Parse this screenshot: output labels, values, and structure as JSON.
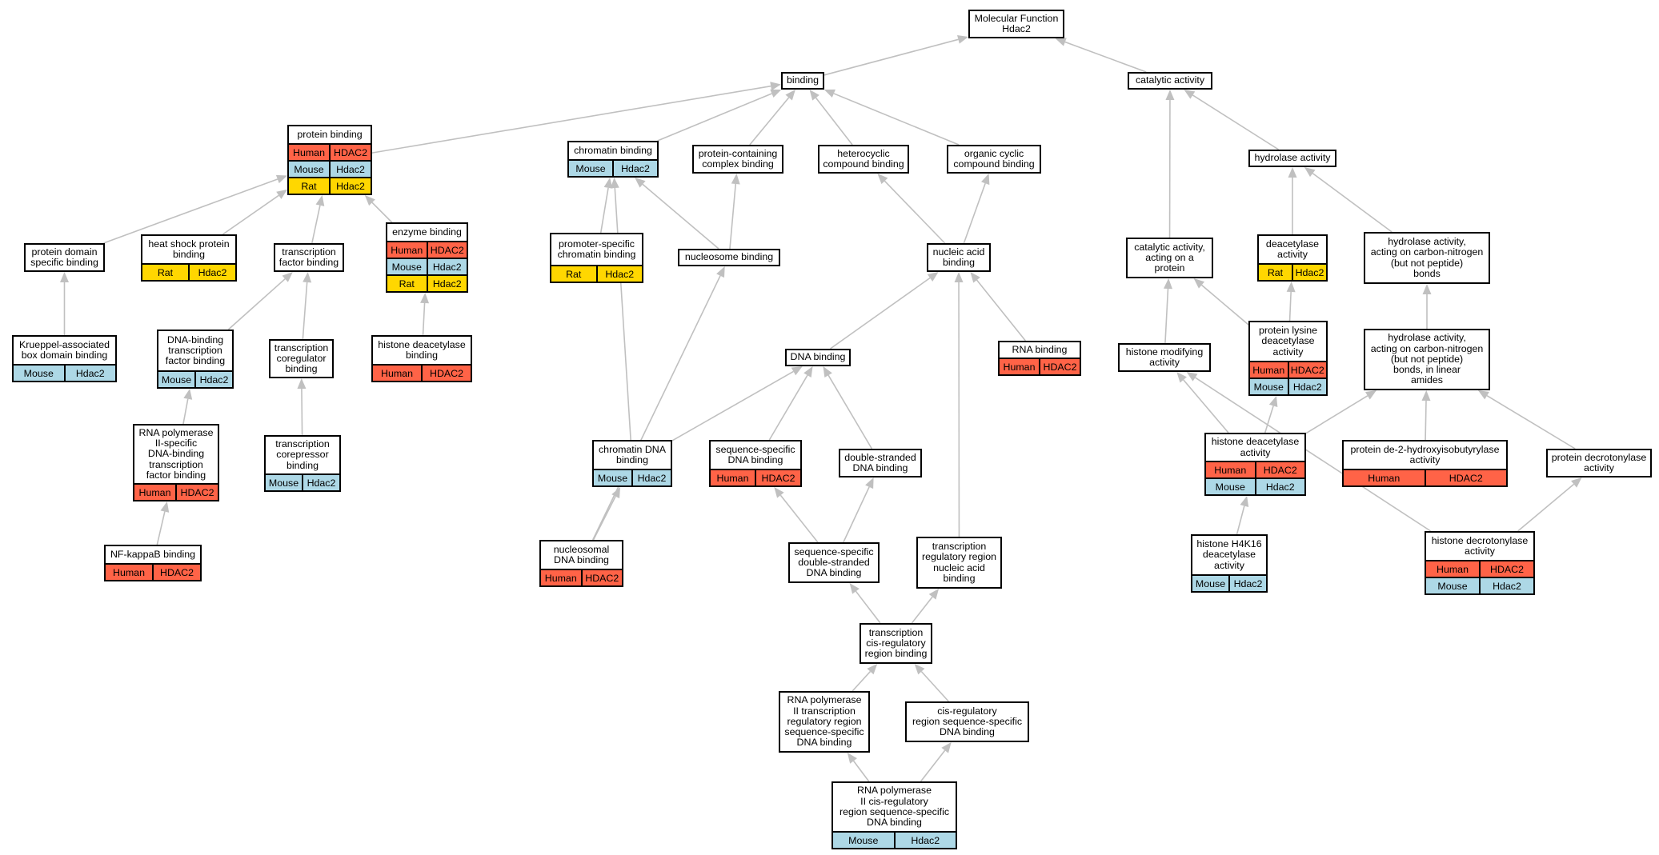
{
  "colors": {
    "human": "#ff6347",
    "mouse": "#add8e6",
    "rat": "#ffd700",
    "edge": "#c0c0c0",
    "border": "#000000"
  },
  "nodes": {
    "n_mf": {
      "title": "Molecular Function\nHdac2",
      "rows": []
    },
    "n_binding": {
      "title": "binding",
      "rows": []
    },
    "n_catalytic": {
      "title": "catalytic activity",
      "rows": []
    },
    "n_protein_binding": {
      "title": "protein binding",
      "rows": [
        [
          "Human",
          "HDAC2"
        ],
        [
          "Mouse",
          "Hdac2"
        ],
        [
          "Rat",
          "Hdac2"
        ]
      ]
    },
    "n_chromatin_binding": {
      "title": "chromatin binding",
      "rows": [
        [
          "Mouse",
          "Hdac2"
        ]
      ]
    },
    "n_protein_complex": {
      "title": "protein-containing\ncomplex binding",
      "rows": []
    },
    "n_heterocyclic": {
      "title": "heterocyclic\ncompound binding",
      "rows": []
    },
    "n_organic_cyclic": {
      "title": "organic cyclic\ncompound binding",
      "rows": []
    },
    "n_hydrolase": {
      "title": "hydrolase activity",
      "rows": []
    },
    "n_protein_domain": {
      "title": "protein domain\nspecific binding",
      "rows": []
    },
    "n_heat_shock": {
      "title": "heat shock protein\nbinding",
      "rows": [
        [
          "Rat",
          "Hdac2"
        ]
      ]
    },
    "n_tf_binding": {
      "title": "transcription\nfactor binding",
      "rows": []
    },
    "n_enzyme_binding": {
      "title": "enzyme binding",
      "rows": [
        [
          "Human",
          "HDAC2"
        ],
        [
          "Mouse",
          "Hdac2"
        ],
        [
          "Rat",
          "Hdac2"
        ]
      ]
    },
    "n_promoter_chromatin": {
      "title": "promoter-specific\nchromatin binding",
      "rows": [
        [
          "Rat",
          "Hdac2"
        ]
      ]
    },
    "n_nucleosome": {
      "title": "nucleosome binding",
      "rows": []
    },
    "n_nucleic_acid": {
      "title": "nucleic acid\nbinding",
      "rows": []
    },
    "n_cat_protein": {
      "title": "catalytic activity,\nacting on a\nprotein",
      "rows": []
    },
    "n_deacetylase": {
      "title": "deacetylase\nactivity",
      "rows": [
        [
          "Rat",
          "Hdac2"
        ]
      ]
    },
    "n_hydrolase_cn": {
      "title": "hydrolase activity,\nacting on carbon-nitrogen\n(but not peptide)\nbonds",
      "rows": []
    },
    "n_krueppel": {
      "title": "Krueppel-associated\nbox domain binding",
      "rows": [
        [
          "Mouse",
          "Hdac2"
        ]
      ]
    },
    "n_dna_tf": {
      "title": "DNA-binding\ntranscription\nfactor binding",
      "rows": [
        [
          "Mouse",
          "Hdac2"
        ]
      ]
    },
    "n_coregulator": {
      "title": "transcription\ncoregulator\nbinding",
      "rows": []
    },
    "n_histone_deac_binding": {
      "title": "histone deacetylase\nbinding",
      "rows": [
        [
          "Human",
          "HDAC2"
        ]
      ]
    },
    "n_dna_binding": {
      "title": "DNA binding",
      "rows": []
    },
    "n_rna_binding": {
      "title": "RNA binding",
      "rows": [
        [
          "Human",
          "HDAC2"
        ]
      ]
    },
    "n_histone_mod": {
      "title": "histone modifying\nactivity",
      "rows": []
    },
    "n_protein_lysine": {
      "title": "protein lysine\ndeacetylase\nactivity",
      "rows": [
        [
          "Human",
          "HDAC2"
        ],
        [
          "Mouse",
          "Hdac2"
        ]
      ]
    },
    "n_hydrolase_cn_linear": {
      "title": "hydrolase activity,\nacting on carbon-nitrogen\n(but not peptide)\nbonds, in linear\namides",
      "rows": []
    },
    "n_rnap2_tf": {
      "title": "RNA polymerase\nII-specific\nDNA-binding\ntranscription\nfactor binding",
      "rows": [
        [
          "Human",
          "HDAC2"
        ]
      ]
    },
    "n_corepressor": {
      "title": "transcription\ncorepressor\nbinding",
      "rows": [
        [
          "Mouse",
          "Hdac2"
        ]
      ]
    },
    "n_chromatin_dna": {
      "title": "chromatin DNA\nbinding",
      "rows": [
        [
          "Mouse",
          "Hdac2"
        ]
      ]
    },
    "n_seq_specific_dna": {
      "title": "sequence-specific\nDNA binding",
      "rows": [
        [
          "Human",
          "HDAC2"
        ]
      ]
    },
    "n_ds_dna": {
      "title": "double-stranded\nDNA binding",
      "rows": []
    },
    "n_histone_deacetylase": {
      "title": "histone deacetylase\nactivity",
      "rows": [
        [
          "Human",
          "HDAC2"
        ],
        [
          "Mouse",
          "Hdac2"
        ]
      ]
    },
    "n_hibyl": {
      "title": "protein de-2-hydroxyisobutyrylase\nactivity",
      "rows": [
        [
          "Human",
          "HDAC2"
        ]
      ]
    },
    "n_decrotonylase": {
      "title": "protein decrotonylase\nactivity",
      "rows": []
    },
    "n_nfkb": {
      "title": "NF-kappaB binding",
      "rows": [
        [
          "Human",
          "HDAC2"
        ]
      ]
    },
    "n_nucleosomal_dna": {
      "title": "nucleosomal\nDNA binding",
      "rows": [
        [
          "Human",
          "HDAC2"
        ]
      ]
    },
    "n_seq_ds_dna": {
      "title": "sequence-specific\ndouble-stranded\nDNA binding",
      "rows": []
    },
    "n_tr_region_na": {
      "title": "transcription\nregulatory region\nnucleic acid\nbinding",
      "rows": []
    },
    "n_h4k16": {
      "title": "histone H4K16\ndeacetylase\nactivity",
      "rows": [
        [
          "Mouse",
          "Hdac2"
        ]
      ]
    },
    "n_hist_decrotonylase": {
      "title": "histone decrotonylase\nactivity",
      "rows": [
        [
          "Human",
          "HDAC2"
        ],
        [
          "Mouse",
          "Hdac2"
        ]
      ]
    },
    "n_tcr_binding": {
      "title": "transcription\ncis-regulatory\nregion binding",
      "rows": []
    },
    "n_rnap2_trr": {
      "title": "RNA polymerase\nII transcription\nregulatory region\nsequence-specific\nDNA binding",
      "rows": []
    },
    "n_cis_reg_seq": {
      "title": "cis-regulatory\nregion sequence-specific\nDNA binding",
      "rows": []
    },
    "n_rnap2_cis": {
      "title": "RNA polymerase\nII cis-regulatory\nregion sequence-specific\nDNA binding",
      "rows": [
        [
          "Mouse",
          "Hdac2"
        ]
      ]
    }
  },
  "edges": [
    [
      "n_binding",
      "n_mf"
    ],
    [
      "n_catalytic",
      "n_mf"
    ],
    [
      "n_protein_binding",
      "n_binding"
    ],
    [
      "n_chromatin_binding",
      "n_binding"
    ],
    [
      "n_protein_complex",
      "n_binding"
    ],
    [
      "n_heterocyclic",
      "n_binding"
    ],
    [
      "n_organic_cyclic",
      "n_binding"
    ],
    [
      "n_hydrolase",
      "n_catalytic"
    ],
    [
      "n_cat_protein",
      "n_catalytic"
    ],
    [
      "n_protein_domain",
      "n_protein_binding"
    ],
    [
      "n_heat_shock",
      "n_protein_binding"
    ],
    [
      "n_tf_binding",
      "n_protein_binding"
    ],
    [
      "n_enzyme_binding",
      "n_protein_binding"
    ],
    [
      "n_krueppel",
      "n_protein_domain"
    ],
    [
      "n_dna_tf",
      "n_tf_binding"
    ],
    [
      "n_coregulator",
      "n_tf_binding"
    ],
    [
      "n_histone_deac_binding",
      "n_enzyme_binding"
    ],
    [
      "n_rnap2_tf",
      "n_dna_tf"
    ],
    [
      "n_nfkb",
      "n_rnap2_tf"
    ],
    [
      "n_corepressor",
      "n_coregulator"
    ],
    [
      "n_promoter_chromatin",
      "n_chromatin_binding"
    ],
    [
      "n_nucleosome",
      "n_chromatin_binding"
    ],
    [
      "n_nucleosome",
      "n_protein_complex"
    ],
    [
      "n_chromatin_dna",
      "n_chromatin_binding"
    ],
    [
      "n_nucleosomal_dna",
      "n_nucleosome"
    ],
    [
      "n_nucleosomal_dna",
      "n_chromatin_dna"
    ],
    [
      "n_nucleic_acid",
      "n_heterocyclic"
    ],
    [
      "n_nucleic_acid",
      "n_organic_cyclic"
    ],
    [
      "n_dna_binding",
      "n_nucleic_acid"
    ],
    [
      "n_rna_binding",
      "n_nucleic_acid"
    ],
    [
      "n_tr_region_na",
      "n_nucleic_acid"
    ],
    [
      "n_chromatin_dna",
      "n_dna_binding"
    ],
    [
      "n_seq_specific_dna",
      "n_dna_binding"
    ],
    [
      "n_ds_dna",
      "n_dna_binding"
    ],
    [
      "n_seq_ds_dna",
      "n_seq_specific_dna"
    ],
    [
      "n_seq_ds_dna",
      "n_ds_dna"
    ],
    [
      "n_tcr_binding",
      "n_seq_ds_dna"
    ],
    [
      "n_tcr_binding",
      "n_tr_region_na"
    ],
    [
      "n_rnap2_trr",
      "n_tcr_binding"
    ],
    [
      "n_cis_reg_seq",
      "n_tcr_binding"
    ],
    [
      "n_rnap2_cis",
      "n_rnap2_trr"
    ],
    [
      "n_rnap2_cis",
      "n_cis_reg_seq"
    ],
    [
      "n_deacetylase",
      "n_hydrolase"
    ],
    [
      "n_hydrolase_cn",
      "n_hydrolase"
    ],
    [
      "n_hydrolase_cn_linear",
      "n_hydrolase_cn"
    ],
    [
      "n_histone_mod",
      "n_cat_protein"
    ],
    [
      "n_protein_lysine",
      "n_cat_protein"
    ],
    [
      "n_protein_lysine",
      "n_deacetylase"
    ],
    [
      "n_histone_deacetylase",
      "n_histone_mod"
    ],
    [
      "n_histone_deacetylase",
      "n_protein_lysine"
    ],
    [
      "n_histone_deacetylase",
      "n_hydrolase_cn_linear"
    ],
    [
      "n_hibyl",
      "n_hydrolase_cn_linear"
    ],
    [
      "n_decrotonylase",
      "n_hydrolase_cn_linear"
    ],
    [
      "n_h4k16",
      "n_histone_deacetylase"
    ],
    [
      "n_hist_decrotonylase",
      "n_histone_mod"
    ],
    [
      "n_hist_decrotonylase",
      "n_decrotonylase"
    ]
  ]
}
